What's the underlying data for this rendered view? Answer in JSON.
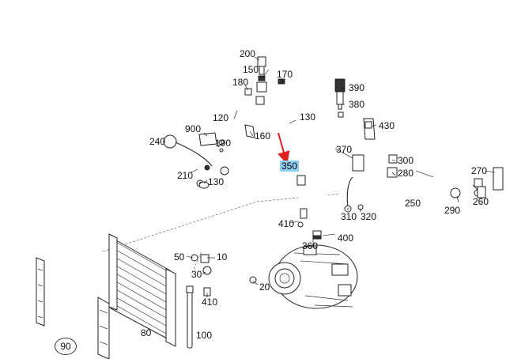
{
  "diagram": {
    "labels": [
      {
        "id": "200",
        "text": "200",
        "highlight": false
      },
      {
        "id": "150",
        "text": "150",
        "highlight": false
      },
      {
        "id": "170",
        "text": "170",
        "highlight": false
      },
      {
        "id": "180",
        "text": "180",
        "highlight": false
      },
      {
        "id": "390",
        "text": "390",
        "highlight": false
      },
      {
        "id": "380",
        "text": "380",
        "highlight": false
      },
      {
        "id": "120",
        "text": "120",
        "highlight": false
      },
      {
        "id": "130a",
        "text": "130",
        "highlight": false
      },
      {
        "id": "430",
        "text": "430",
        "highlight": false
      },
      {
        "id": "900",
        "text": "900",
        "highlight": false
      },
      {
        "id": "160",
        "text": "160",
        "highlight": false
      },
      {
        "id": "240",
        "text": "240",
        "highlight": false
      },
      {
        "id": "190",
        "text": "190",
        "highlight": false
      },
      {
        "id": "370",
        "text": "370",
        "highlight": false
      },
      {
        "id": "300",
        "text": "300",
        "highlight": false
      },
      {
        "id": "350",
        "text": "350",
        "highlight": true
      },
      {
        "id": "280",
        "text": "280",
        "highlight": false
      },
      {
        "id": "270",
        "text": "270",
        "highlight": false
      },
      {
        "id": "210",
        "text": "210",
        "highlight": false
      },
      {
        "id": "130b",
        "text": "130",
        "highlight": false
      },
      {
        "id": "250",
        "text": "250",
        "highlight": false
      },
      {
        "id": "290",
        "text": "290",
        "highlight": false
      },
      {
        "id": "260",
        "text": "260",
        "highlight": false
      },
      {
        "id": "310",
        "text": "310",
        "highlight": false
      },
      {
        "id": "320",
        "text": "320",
        "highlight": false
      },
      {
        "id": "410a",
        "text": "410",
        "highlight": false
      },
      {
        "id": "400",
        "text": "400",
        "highlight": false
      },
      {
        "id": "360",
        "text": "360",
        "highlight": false
      },
      {
        "id": "50",
        "text": "50",
        "highlight": false
      },
      {
        "id": "10",
        "text": "10",
        "highlight": false
      },
      {
        "id": "30",
        "text": "30",
        "highlight": false
      },
      {
        "id": "20",
        "text": "20",
        "highlight": false
      },
      {
        "id": "410b",
        "text": "410",
        "highlight": false
      },
      {
        "id": "80",
        "text": "80",
        "highlight": false
      },
      {
        "id": "100",
        "text": "100",
        "highlight": false
      },
      {
        "id": "90",
        "text": "90",
        "highlight": false
      }
    ],
    "colors": {
      "highlight": "#8fd0f2",
      "arrow": "#e02020"
    }
  }
}
